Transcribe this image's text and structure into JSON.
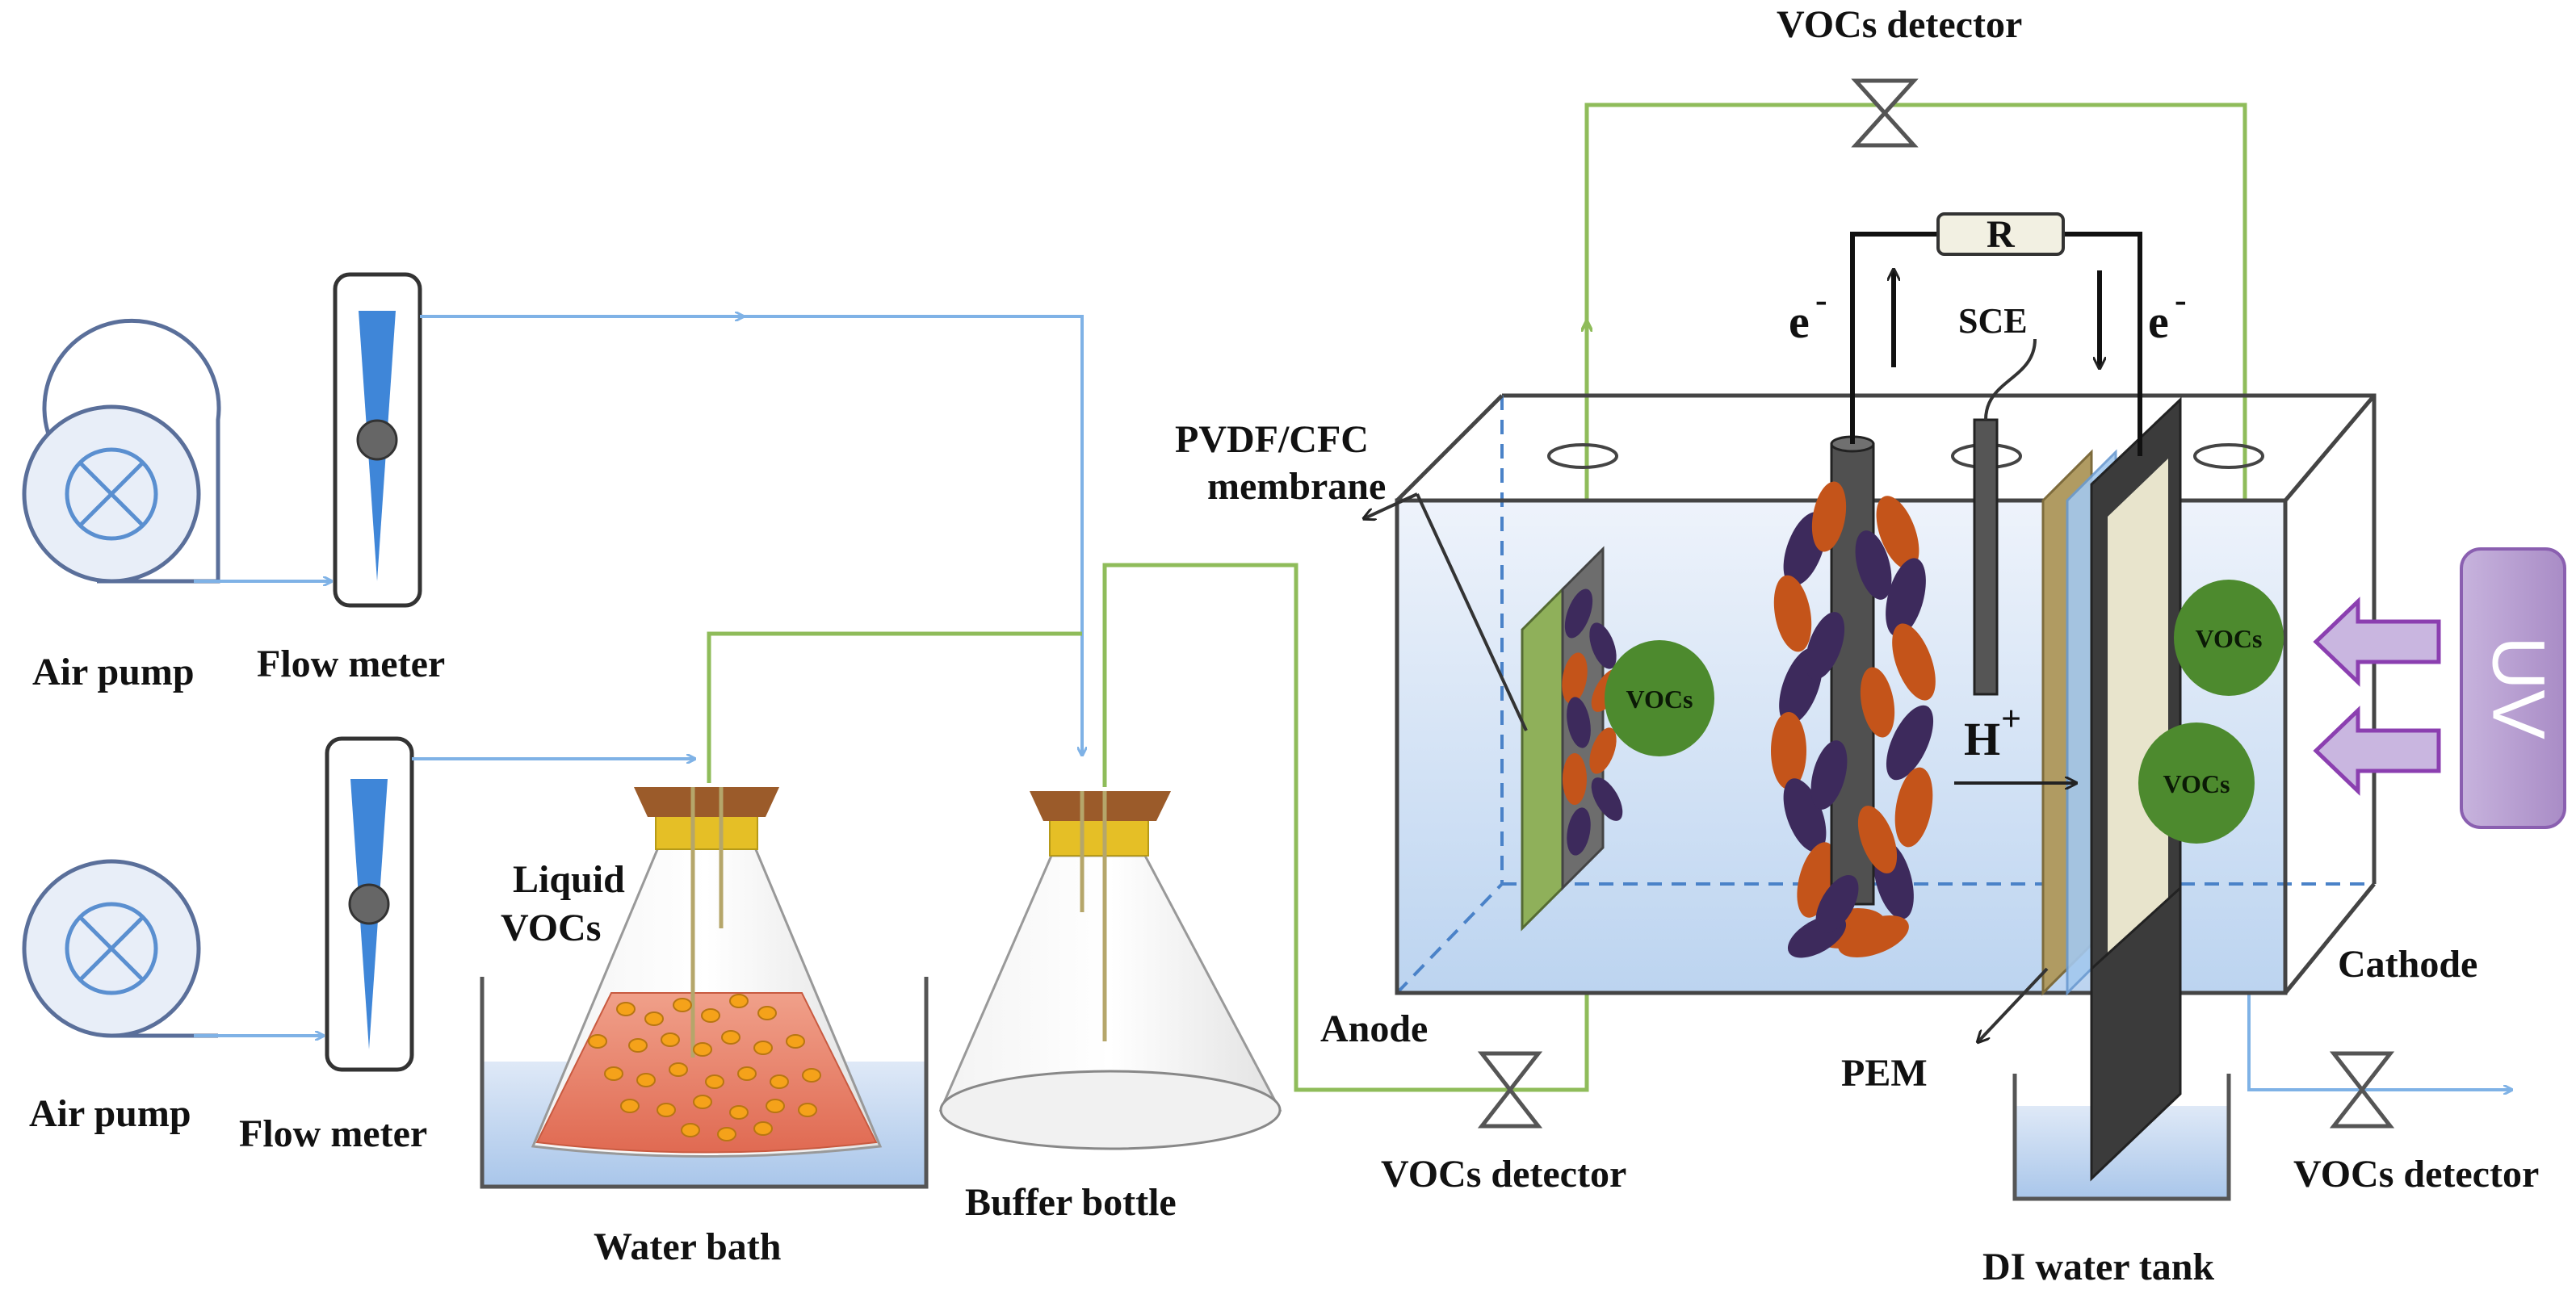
{
  "labels": {
    "air_pump_1": "Air pump",
    "air_pump_2": "Air pump",
    "flow_meter_1": "Flow meter",
    "flow_meter_2": "Flow meter",
    "liquid_vocs_line1": "Liquid",
    "liquid_vocs_line2": "VOCs",
    "water_bath": "Water  bath",
    "buffer_bottle": "Buffer bottle",
    "vocs_detector_top": "VOCs detector",
    "vocs_detector_bottom": "VOCs detector",
    "vocs_detector_right": "VOCs detector",
    "membrane_line1": "PVDF/CFC",
    "membrane_line2": "membrane",
    "anode": "Anode",
    "cathode": "Cathode",
    "pem": "PEM",
    "di_water_tank": "DI water tank",
    "sce": "SCE",
    "resistor": "R",
    "electron_left": "e",
    "electron_right": "e",
    "electron_sup": "-",
    "proton": "H",
    "proton_sup": "+",
    "uv": "UV"
  },
  "blobs": {
    "anode_vocs": "VOCs",
    "cathode_vocs_upper": "VOCs",
    "cathode_vocs_lower": "VOCs"
  },
  "colors": {
    "air_line": "#7fb2e6",
    "gas_line": "#8fbc5a",
    "water": "#bcd6f0",
    "solution": "#e87d66",
    "droplet": "#f5a21a",
    "electrode": "#3f3f3f",
    "bacteria_orange": "#c4541a",
    "bacteria_purple": "#3d2a5c",
    "vocs_blob": "#4d8a2e",
    "uv_box": "#b9a2d0",
    "uv_arrow": "#8b3fb0"
  }
}
